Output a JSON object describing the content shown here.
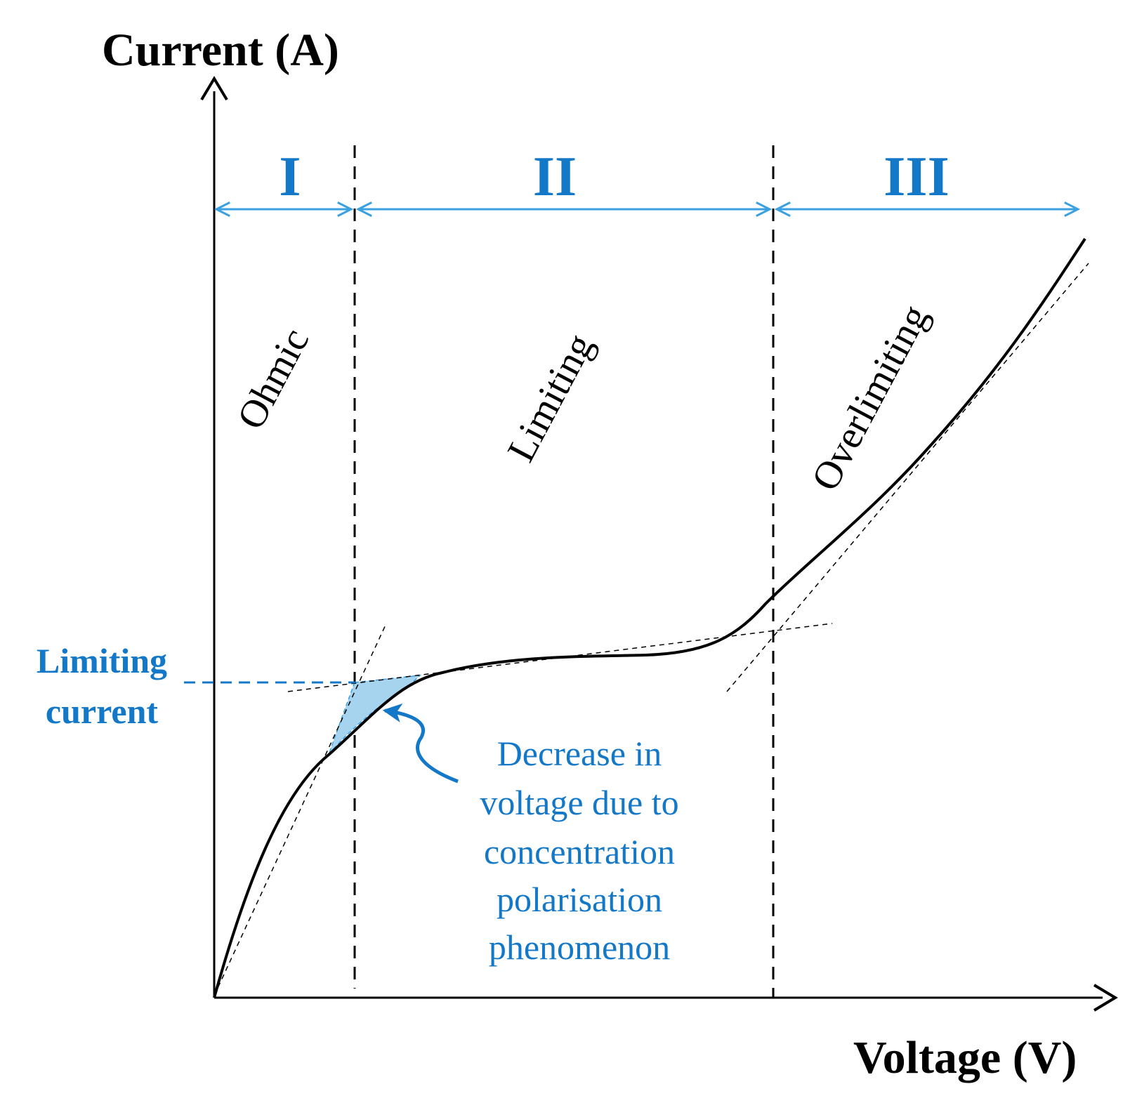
{
  "axes": {
    "y_title": "Current (A)",
    "x_title": "Voltage (V)"
  },
  "zones": [
    {
      "numeral": "I",
      "name": "Ohmic"
    },
    {
      "numeral": "II",
      "name": "Limiting"
    },
    {
      "numeral": "III",
      "name": "Overlimiting"
    }
  ],
  "limiting_current": {
    "line1": "Limiting",
    "line2": "current"
  },
  "annotation": {
    "lines": [
      "Decrease in",
      "voltage due to",
      "concentration",
      "polarisation",
      "phenomenon"
    ]
  },
  "colors": {
    "accent": "#1478c8",
    "arrow": "#3aa0e0",
    "shade": "#a6d3ee",
    "ink": "#000000"
  }
}
